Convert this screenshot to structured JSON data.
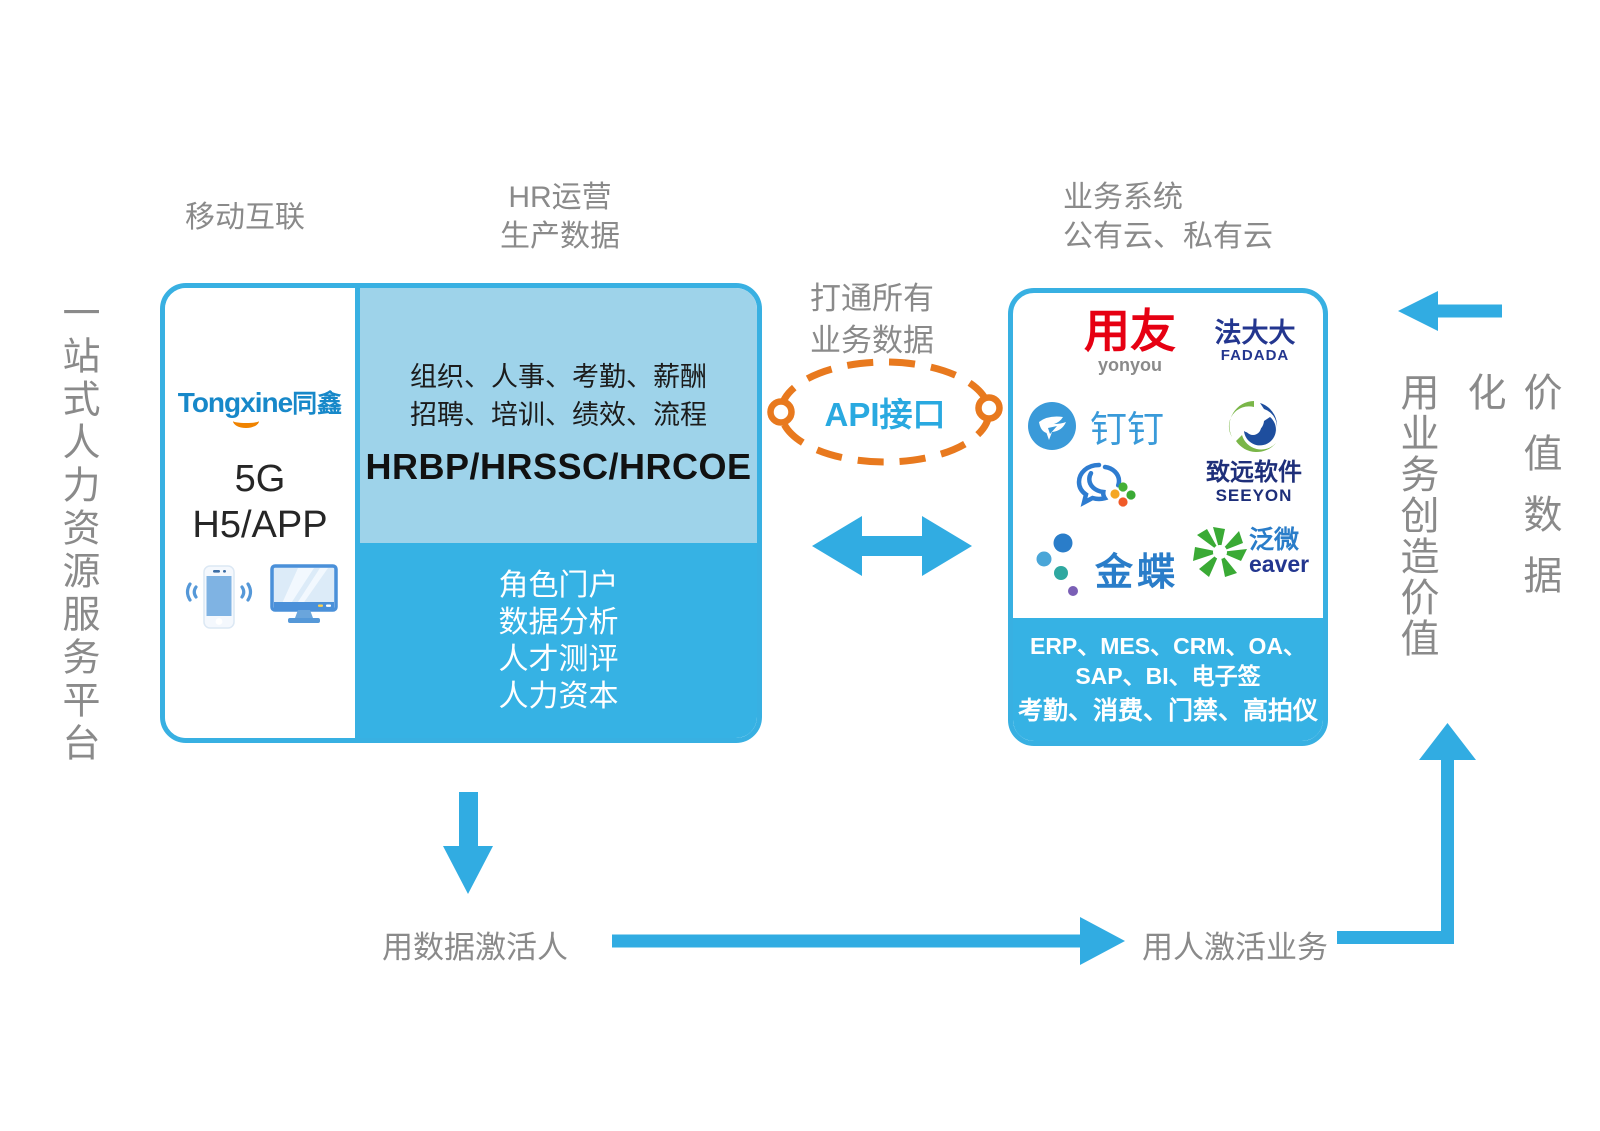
{
  "colors": {
    "accent_blue": "#31ace2",
    "border_blue": "#38b0e2",
    "light_blue_fill": "#9ed3ea",
    "dark_blue_fill": "#36b2e4",
    "orange_dash": "#e8791e",
    "gray_text": "#8a8a8a",
    "api_text_blue": "#29a9e0",
    "yonyou_red": "#e60012",
    "navy": "#23368f",
    "dingtalk_blue": "#3a9ad9",
    "kingdee_blue": "#2a7dc9",
    "seeyon_green": "#7ab648",
    "seeyon_blue": "#1e4e9e",
    "weaver_green": "#3aaa35"
  },
  "side_labels": {
    "left_vertical": "一站式人力资源服务平台",
    "right_vertical_1": "用业务创造价值",
    "right_vertical_2": "价值数据化"
  },
  "headers": {
    "mobile": "移动互联",
    "hr_ops_line1": "HR运营",
    "hr_ops_line2": "生产数据",
    "biz_line1": "业务系统",
    "biz_line2": "公有云、私有云"
  },
  "left_box": {
    "logo_en": "Tongxine",
    "logo_cn": "同鑫",
    "line1": "5G",
    "line2": "H5/APP"
  },
  "middle_box": {
    "top_line1": "组织、人事、考勤、薪酬",
    "top_line2": "招聘、培训、绩效、流程",
    "top_bold": "HRBP/HRSSC/HRCOE",
    "bottom_lines": [
      "角色门户",
      "数据分析",
      "人才测评",
      "人力资本"
    ]
  },
  "api": {
    "note_line1": "打通所有",
    "note_line2": "业务数据",
    "label": "API接口"
  },
  "right_box": {
    "logos": {
      "yonyou": {
        "cn": "用友",
        "en": "yonyou"
      },
      "fadada": {
        "cn": "法大大",
        "en": "FADADA"
      },
      "dingtalk": {
        "cn": "钉钉"
      },
      "seeyon": {
        "cn": "致远软件",
        "en": "SEEYON"
      },
      "kingdee": {
        "cn": "金蝶"
      },
      "weaver": {
        "cn": "泛微",
        "en": "eaver"
      }
    },
    "band_line1": "ERP、MES、CRM、OA、",
    "band_line2": "SAP、BI、电子签",
    "band_line3": "考勤、消费、门禁、高拍仪"
  },
  "bottom_flow": {
    "left_text": "用数据激活人",
    "right_text": "用人激活业务"
  }
}
